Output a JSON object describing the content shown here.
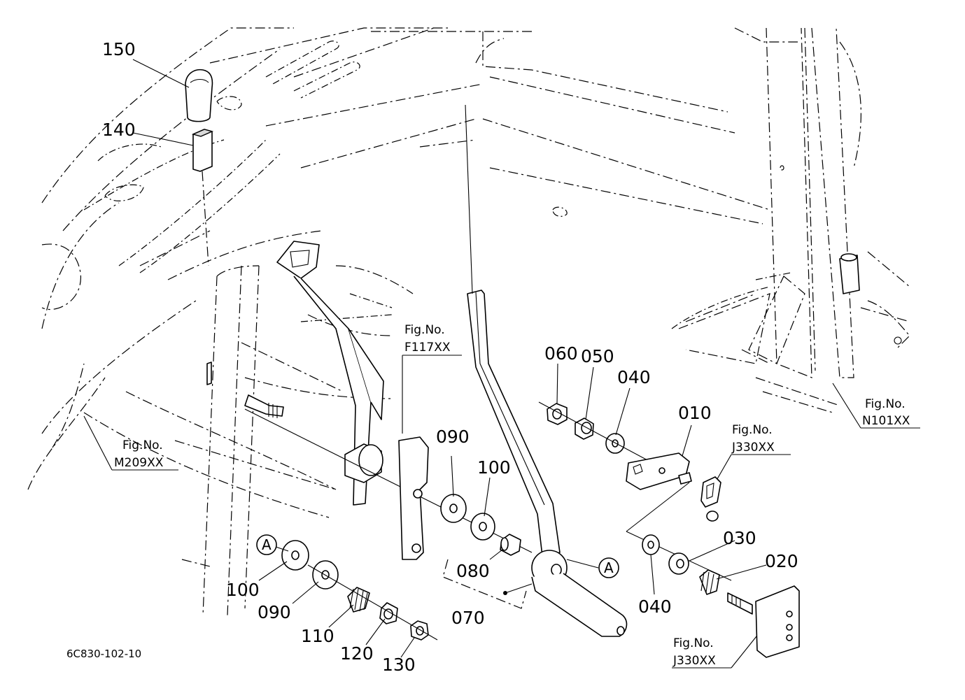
{
  "diagram_code": "6C830-102-10",
  "callouts": {
    "p150": "150",
    "p140": "140",
    "p060": "060",
    "p050": "050",
    "p040a": "040",
    "p010": "010",
    "p090a": "090",
    "p100a": "100",
    "p080": "080",
    "p070": "070",
    "p030": "030",
    "p020": "020",
    "p040b": "040",
    "p100b": "100",
    "p090b": "090",
    "p110": "110",
    "p120": "120",
    "p130": "130"
  },
  "circle_markers": {
    "a1": "A",
    "a2": "A"
  },
  "figure_refs": {
    "f117": {
      "label": "Fig.No.",
      "code": "F117XX"
    },
    "m209": {
      "label": "Fig.No.",
      "code": "M209XX"
    },
    "n101": {
      "label": "Fig.No.",
      "code": "N101XX"
    },
    "j330_top": {
      "label": "Fig.No.",
      "code": "J330XX"
    },
    "j330_bottom": {
      "label": "Fig.No.",
      "code": "J330XX"
    }
  }
}
